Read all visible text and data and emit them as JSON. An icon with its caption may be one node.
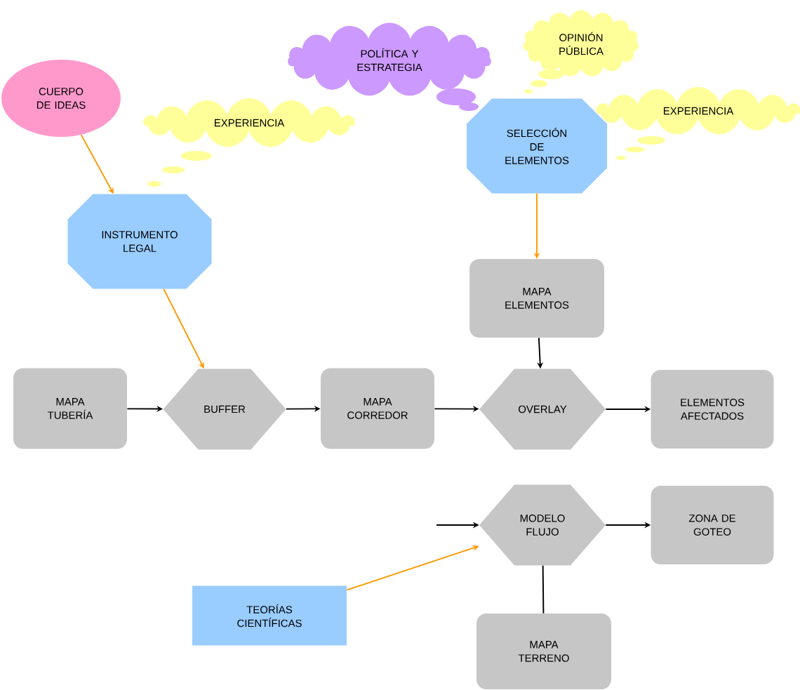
{
  "diagram": {
    "nodes": [
      {
        "text": [
          "CUERPO DE IDEAS"
        ]
      },
      {
        "text": [
          "EXPERIENCIA"
        ]
      },
      {
        "text": [
          "INSTRUMENTO LEGAL"
        ]
      },
      {
        "text": [
          "POLÍTICA Y ESTRATEGIA"
        ]
      },
      {
        "text": [
          "OPINIÓN PÚBLICA"
        ]
      },
      {
        "text": [
          "SELECCIÓN DE ELEMENTOS"
        ]
      },
      {
        "text": [
          "EXPERIENCIA"
        ]
      },
      {
        "text": [
          "MAPA ELEMENTOS"
        ]
      },
      {
        "text": [
          "MAPA TUBERÍA"
        ]
      },
      {
        "text": [
          "BUFFER"
        ]
      },
      {
        "text": [
          "MAPA CORREDOR"
        ]
      },
      {
        "text": [
          "OVERLAY"
        ]
      },
      {
        "text": [
          "ELEMENTOS AFECTADOS"
        ]
      },
      {
        "text": [
          "MODELO FLUJO"
        ]
      },
      {
        "text": [
          "ZONA DE GOTEO"
        ]
      },
      {
        "text": [
          "TEORÍAS CIENTÍFICAS"
        ]
      },
      {
        "text": [
          "MAPA TERRENO"
        ]
      }
    ],
    "edges": [
      {
        "from": 0,
        "to": 2,
        "arrow": "to",
        "color": "#ff9900"
      },
      {
        "from": 2,
        "to": 9,
        "arrow": "to",
        "color": "#ff9900"
      },
      {
        "from": 5,
        "to": 7,
        "arrow": "to",
        "color": "#ff9900"
      },
      {
        "from": 15,
        "to": 13,
        "arrow": "to",
        "color": "#ff9900"
      },
      {
        "from": 8,
        "to": 9,
        "arrow": "to"
      },
      {
        "from": 9,
        "to": 10,
        "arrow": "to"
      },
      {
        "from": 10,
        "to": 11,
        "arrow": "to"
      },
      {
        "from": 7,
        "to": 11,
        "arrow": "to"
      },
      {
        "from": 11,
        "to": 12,
        "arrow": "to"
      },
      {
        "from": null,
        "to": 13,
        "arrow": "to"
      },
      {
        "from": 13,
        "to": 14,
        "arrow": "to"
      },
      {
        "from": 16,
        "to": 13,
        "arrow": "none"
      }
    ]
  }
}
